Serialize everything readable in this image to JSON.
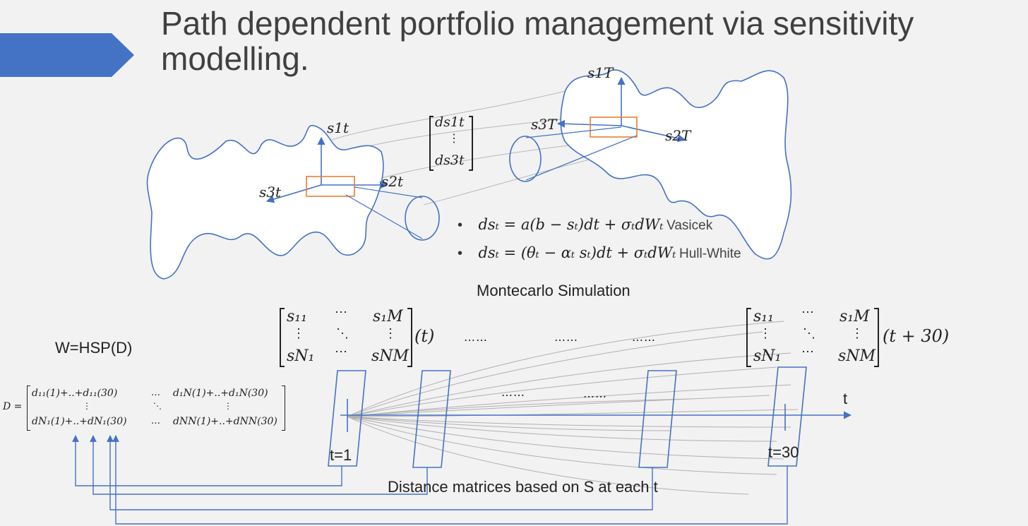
{
  "title": "Path dependent portfolio management via sensitivity modelling.",
  "surface_left": {
    "axis_up": "s1t",
    "axis_right": "s2t",
    "axis_left": "s3t"
  },
  "surface_right": {
    "axis_up": "s1T",
    "axis_right": "s2T",
    "axis_left": "s3T"
  },
  "ds_vector": {
    "top": "ds1t",
    "middle": "⋮",
    "bottom": "ds3t"
  },
  "models": [
    {
      "equation": "dsₜ = a(b − sₜ)dt + σₜdWₜ",
      "name": "Vasicek"
    },
    {
      "equation": "dsₜ = (θₜ − αₜ sₜ)dt + σₜdWₜ",
      "name": "Hull-White"
    }
  ],
  "simulation_label": "Montecarlo Simulation",
  "matrix_t": {
    "cells": [
      [
        "s₁₁",
        "⋯",
        "s₁M"
      ],
      [
        "⋮",
        "⋱",
        "⋮"
      ],
      [
        "sN₁",
        "⋯",
        "sNM"
      ]
    ],
    "suffix": "(t)"
  },
  "matrix_t30": {
    "cells": [
      [
        "s₁₁",
        "⋯",
        "s₁M"
      ],
      [
        "⋮",
        "⋱",
        "⋮"
      ],
      [
        "sN₁",
        "⋯",
        "sNM"
      ]
    ],
    "suffix": "(t + 30)"
  },
  "ellipsis_row_top": [
    "……",
    "……",
    "……"
  ],
  "ellipsis_row_mid": [
    "……",
    "……"
  ],
  "w_formula": "W=HSP(D)",
  "d_matrix": {
    "lhs": "D =",
    "cells": [
      [
        "d₁₁(1)+..+d₁₁(30)",
        "…",
        "d₁N(1)+..+d₁N(30)"
      ],
      [
        "⋮",
        "⋱",
        "⋮"
      ],
      [
        "dN₁(1)+..+dN₁(30)",
        "…",
        "dNN(1)+..+dNN(30)"
      ]
    ]
  },
  "time_axis_label": "t",
  "t_start_label": "t=1",
  "t_end_label": "t=30",
  "distance_label": "Distance matrices based on S at each t",
  "colors": {
    "accent": "#4472c4",
    "highlight": "#ed7d31",
    "text": "#404040"
  }
}
